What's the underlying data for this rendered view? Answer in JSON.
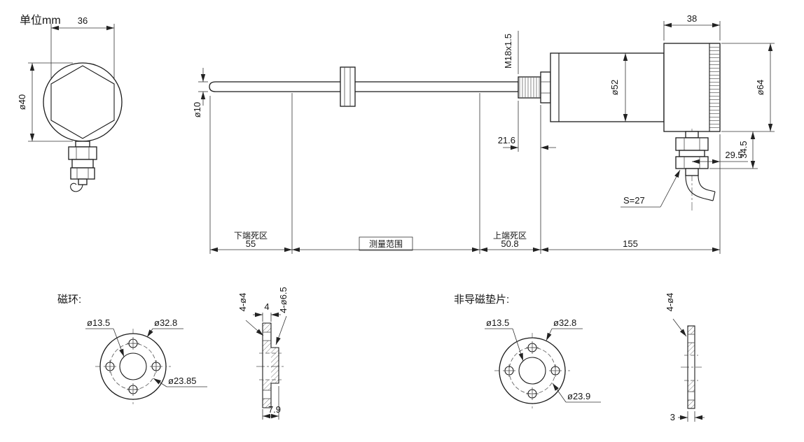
{
  "notes": {
    "unit": "单位mm"
  },
  "end_view": {
    "hex_width": "36",
    "flange_dia": "ø40"
  },
  "probe": {
    "rod_dia": "ø10",
    "thread_spec": "M18x1.5",
    "thread_length": "21.6",
    "body_dia": "ø52",
    "head_width": "38",
    "head_dia": "ø64",
    "gland_offset": "29.5",
    "gland_drop": "34.5",
    "wrench_size": "S=27"
  },
  "zones": {
    "lower_label": "下端死区",
    "lower_value": "55",
    "range_label": "测量范围",
    "upper_label": "上端死区",
    "upper_value": "50.8",
    "housing_length": "155"
  },
  "magnet_ring": {
    "label": "磁环:",
    "bore_dia": "ø13.5",
    "outer_dia": "ø32.8",
    "bolt_circle_dia": "ø23.85",
    "hole_spec": "4-ø4",
    "hub_width": "4",
    "counterbore_spec": "4-ø6.5",
    "thickness": "7.9"
  },
  "spacer": {
    "label": "非导磁垫片:",
    "bore_dia": "ø13.5",
    "outer_dia": "ø32.8",
    "bolt_circle_dia": "ø23.9",
    "hole_spec": "4-ø4",
    "thickness": "3"
  }
}
